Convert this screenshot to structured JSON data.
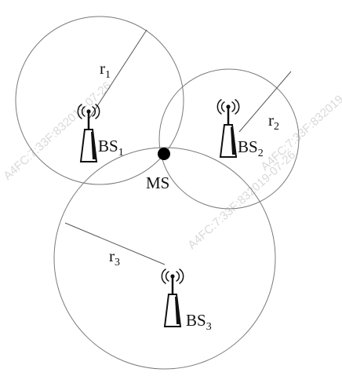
{
  "stations": [
    {
      "base": "BS",
      "sub": "1"
    },
    {
      "base": "BS",
      "sub": "2"
    },
    {
      "base": "BS",
      "sub": "3"
    }
  ],
  "radii": [
    {
      "base": "r",
      "sub": "1"
    },
    {
      "base": "r",
      "sub": "2"
    },
    {
      "base": "r",
      "sub": "3"
    }
  ],
  "mobile": {
    "label": "MS"
  },
  "watermark": {
    "text": "A4FC:7:33F:832019-07-26"
  }
}
